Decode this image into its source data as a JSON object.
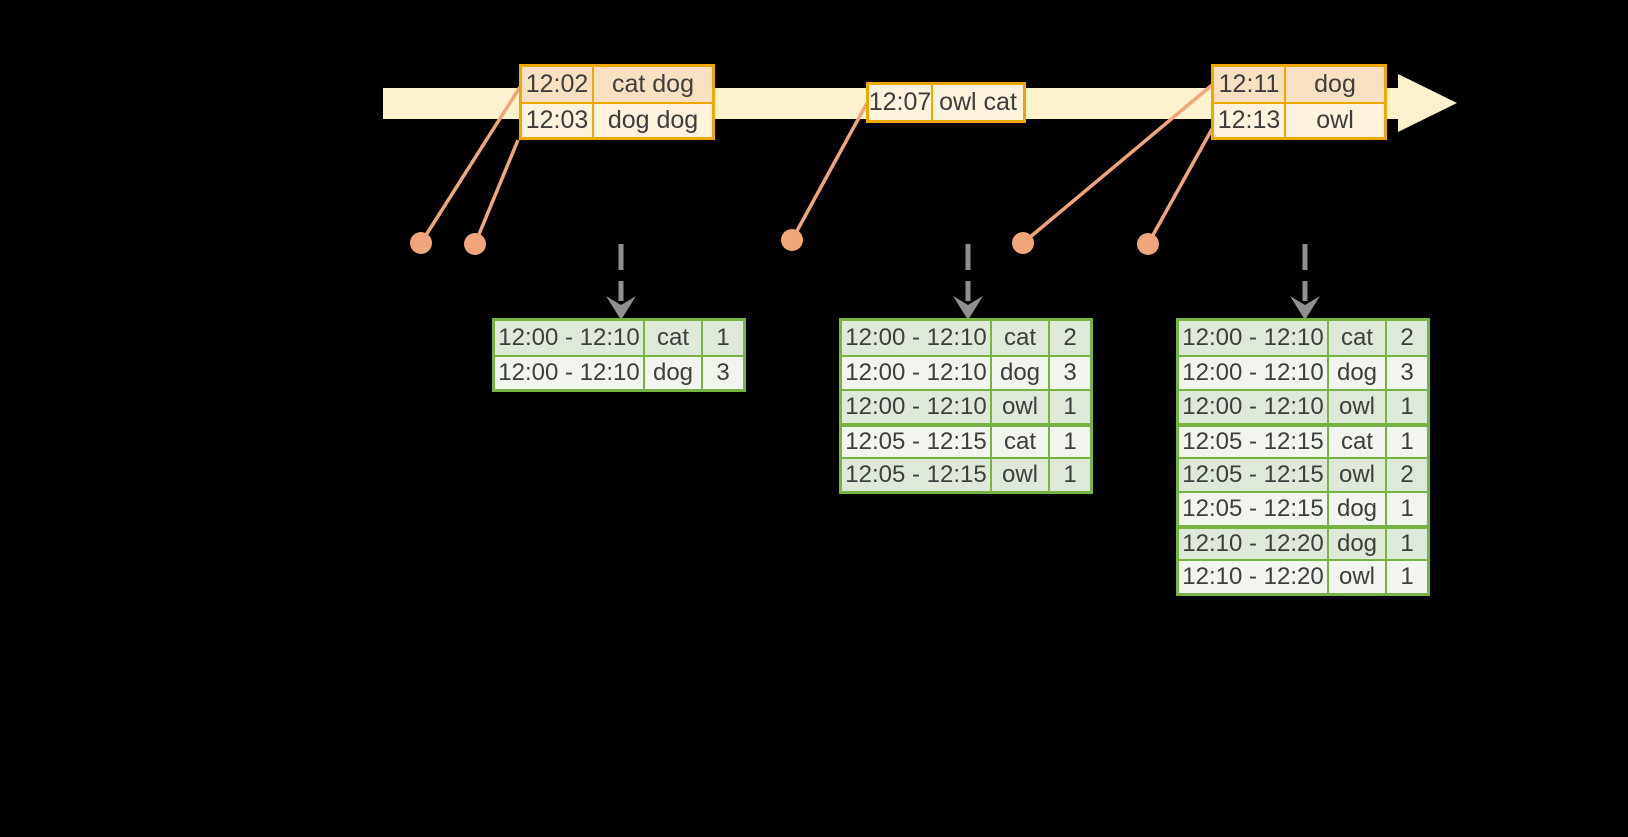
{
  "colors": {
    "canvas_bg": "#000000",
    "timeline_band": "#FCF2CC",
    "event_border": "#F0A800",
    "event_row_dark": "#F8E1C2",
    "event_row_light": "#FDF3DE",
    "connector": "#F0A678",
    "trigger_arrow": "#8F8F8F",
    "result_border": "#77B444",
    "result_row_dark": "#DFE9D9",
    "result_row_light": "#F1F5ED",
    "text": "#3E3E3E"
  },
  "timeline": {
    "event_tables": [
      {
        "id": "events-batch-1",
        "rows": [
          {
            "cells": [
              "12:02",
              "cat dog"
            ],
            "shade": "dark"
          },
          {
            "cells": [
              "12:03",
              "dog dog"
            ],
            "shade": "light"
          }
        ]
      },
      {
        "id": "events-batch-2",
        "rows": [
          {
            "cells": [
              "12:07",
              "owl cat"
            ],
            "shade": "light"
          }
        ]
      },
      {
        "id": "events-batch-3",
        "rows": [
          {
            "cells": [
              "12:11",
              "dog"
            ],
            "shade": "dark"
          },
          {
            "cells": [
              "12:13",
              "owl"
            ],
            "shade": "light"
          }
        ]
      }
    ]
  },
  "result_tables": [
    {
      "id": "result-table-1",
      "rows": [
        {
          "cells": [
            "12:00 - 12:10",
            "cat",
            "1"
          ],
          "shade": "dark"
        },
        {
          "cells": [
            "12:00 - 12:10",
            "dog",
            "3"
          ],
          "shade": "light"
        }
      ]
    },
    {
      "id": "result-table-2",
      "rows": [
        {
          "cells": [
            "12:00 - 12:10",
            "cat",
            "2"
          ],
          "shade": "dark"
        },
        {
          "cells": [
            "12:00 - 12:10",
            "dog",
            "3"
          ],
          "shade": "light"
        },
        {
          "cells": [
            "12:00 - 12:10",
            "owl",
            "1"
          ],
          "shade": "dark"
        },
        {
          "cells": [
            "12:05 - 12:15",
            "cat",
            "1"
          ],
          "shade": "light",
          "new_group": true
        },
        {
          "cells": [
            "12:05 - 12:15",
            "owl",
            "1"
          ],
          "shade": "dark"
        }
      ]
    },
    {
      "id": "result-table-3",
      "rows": [
        {
          "cells": [
            "12:00 - 12:10",
            "cat",
            "2"
          ],
          "shade": "dark"
        },
        {
          "cells": [
            "12:00 - 12:10",
            "dog",
            "3"
          ],
          "shade": "light"
        },
        {
          "cells": [
            "12:00 - 12:10",
            "owl",
            "1"
          ],
          "shade": "dark"
        },
        {
          "cells": [
            "12:05 - 12:15",
            "cat",
            "1"
          ],
          "shade": "light",
          "new_group": true
        },
        {
          "cells": [
            "12:05 - 12:15",
            "owl",
            "2"
          ],
          "shade": "dark"
        },
        {
          "cells": [
            "12:05 - 12:15",
            "dog",
            "1"
          ],
          "shade": "light"
        },
        {
          "cells": [
            "12:10 - 12:20",
            "dog",
            "1"
          ],
          "shade": "dark",
          "new_group": true
        },
        {
          "cells": [
            "12:10 - 12:20",
            "owl",
            "1"
          ],
          "shade": "light"
        }
      ]
    }
  ]
}
